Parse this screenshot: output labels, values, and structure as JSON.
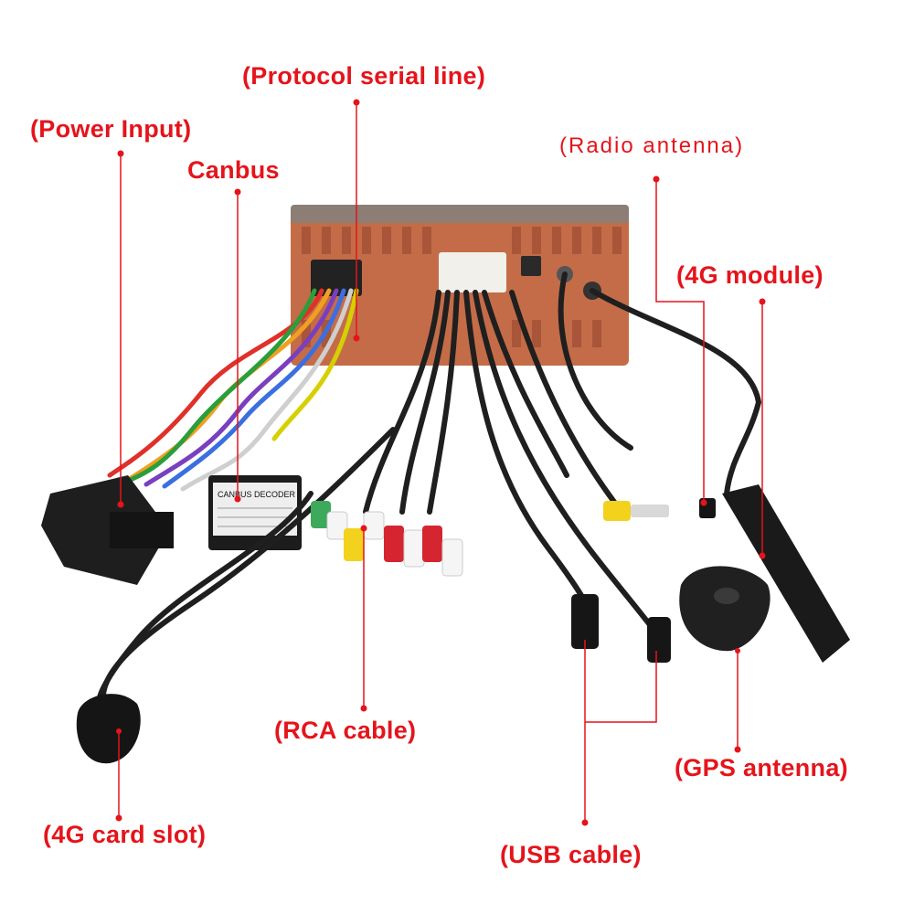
{
  "callouts": {
    "protocol_serial_line": "(Protocol serial line)",
    "power_input": "(Power Input)",
    "canbus": "Canbus",
    "radio_antenna": "(Radio antenna)",
    "4g_module": "(4G module)",
    "rca_cable": "(RCA cable)",
    "gps_antenna": "(GPS antenna)",
    "4g_card_slot": "(4G card slot)",
    "usb_cable": "(USB cable)"
  },
  "decoder_box": {
    "title": "CANBUS DECODER"
  },
  "colors": {
    "callout_red": "#e5141b",
    "head_unit_copper": "#c9734e",
    "cable_black": "#1f1f1f"
  }
}
